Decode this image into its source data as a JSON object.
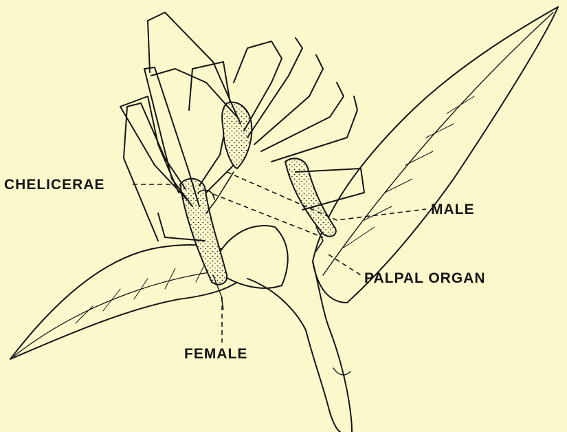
{
  "labels": {
    "chelicerae": "CHELICERAE",
    "male": "MALE",
    "palpal_organ": "PALPAL ORGAN",
    "female": "FEMALE"
  },
  "colors": {
    "background": "#fbf8cc",
    "ink": "#141414",
    "leaf_fill": "#fbf8cc"
  }
}
